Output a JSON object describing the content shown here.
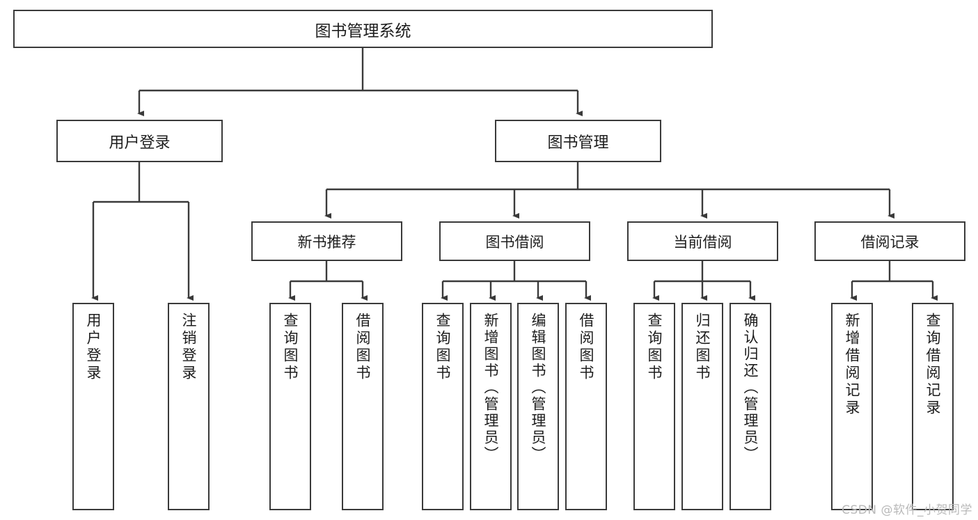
{
  "diagram": {
    "type": "tree-hierarchy-chart",
    "title": "图书管理系统",
    "stroke_color": "#3a3a3a",
    "background_color": "#ffffff",
    "text_color": "#1d1d1d",
    "root": {
      "label": "图书管理系统"
    },
    "level1": [
      {
        "label": "用户登录"
      },
      {
        "label": "图书管理"
      }
    ],
    "level2": [
      {
        "label": "新书推荐"
      },
      {
        "label": "图书借阅"
      },
      {
        "label": "当前借阅"
      },
      {
        "label": "借阅记录"
      }
    ],
    "leaves": {
      "user_login": [
        {
          "label": "用户登录"
        },
        {
          "label": "注销登录"
        }
      ],
      "new_book_recommend": [
        {
          "label": "查询图书"
        },
        {
          "label": "借阅图书"
        }
      ],
      "book_borrow": [
        {
          "label": "查询图书"
        },
        {
          "label": "新增图书（管理员）"
        },
        {
          "label": "编辑图书（管理员）"
        },
        {
          "label": "借阅图书"
        }
      ],
      "current_borrow": [
        {
          "label": "查询图书"
        },
        {
          "label": "归还图书"
        },
        {
          "label": "确认归还（管理员）"
        }
      ],
      "borrow_record": [
        {
          "label": "新增借阅记录"
        },
        {
          "label": "查询借阅记录"
        }
      ]
    }
  },
  "watermark": {
    "text": "CSDN @软件_小贺同学",
    "color": "#b9b9b9"
  }
}
